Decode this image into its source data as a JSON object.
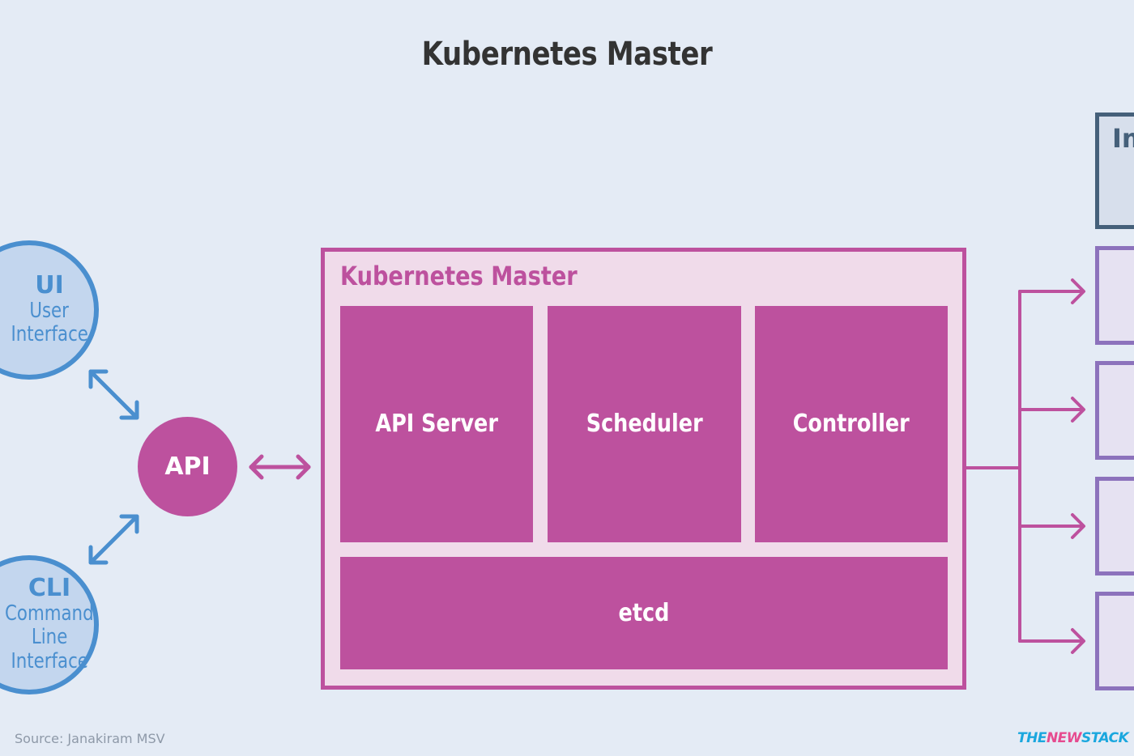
{
  "title": "Kubernetes Master",
  "ui_circle": {
    "head": "UI",
    "line1": "User",
    "line2": "Interface"
  },
  "cli_circle": {
    "head": "CLI",
    "line1": "Command",
    "line2": "Line",
    "line3": "Interface"
  },
  "api_label": "API",
  "master": {
    "label": "Kubernetes Master",
    "components": [
      "API Server",
      "Scheduler",
      "Controller"
    ],
    "store": "etcd"
  },
  "right_box_partial_text": "Im",
  "source": "Source: Janakiram MSV",
  "logo": {
    "part1": "THE",
    "part2": "NEW",
    "part3": "STACK"
  },
  "colors": {
    "background": "#e4ebf5",
    "magenta": "#bd519e",
    "master_fill": "#f0dbea",
    "blue": "#4a8fcf",
    "blue_fill": "#c3d6ee",
    "slate": "#45607a",
    "purple": "#8c72bc"
  }
}
